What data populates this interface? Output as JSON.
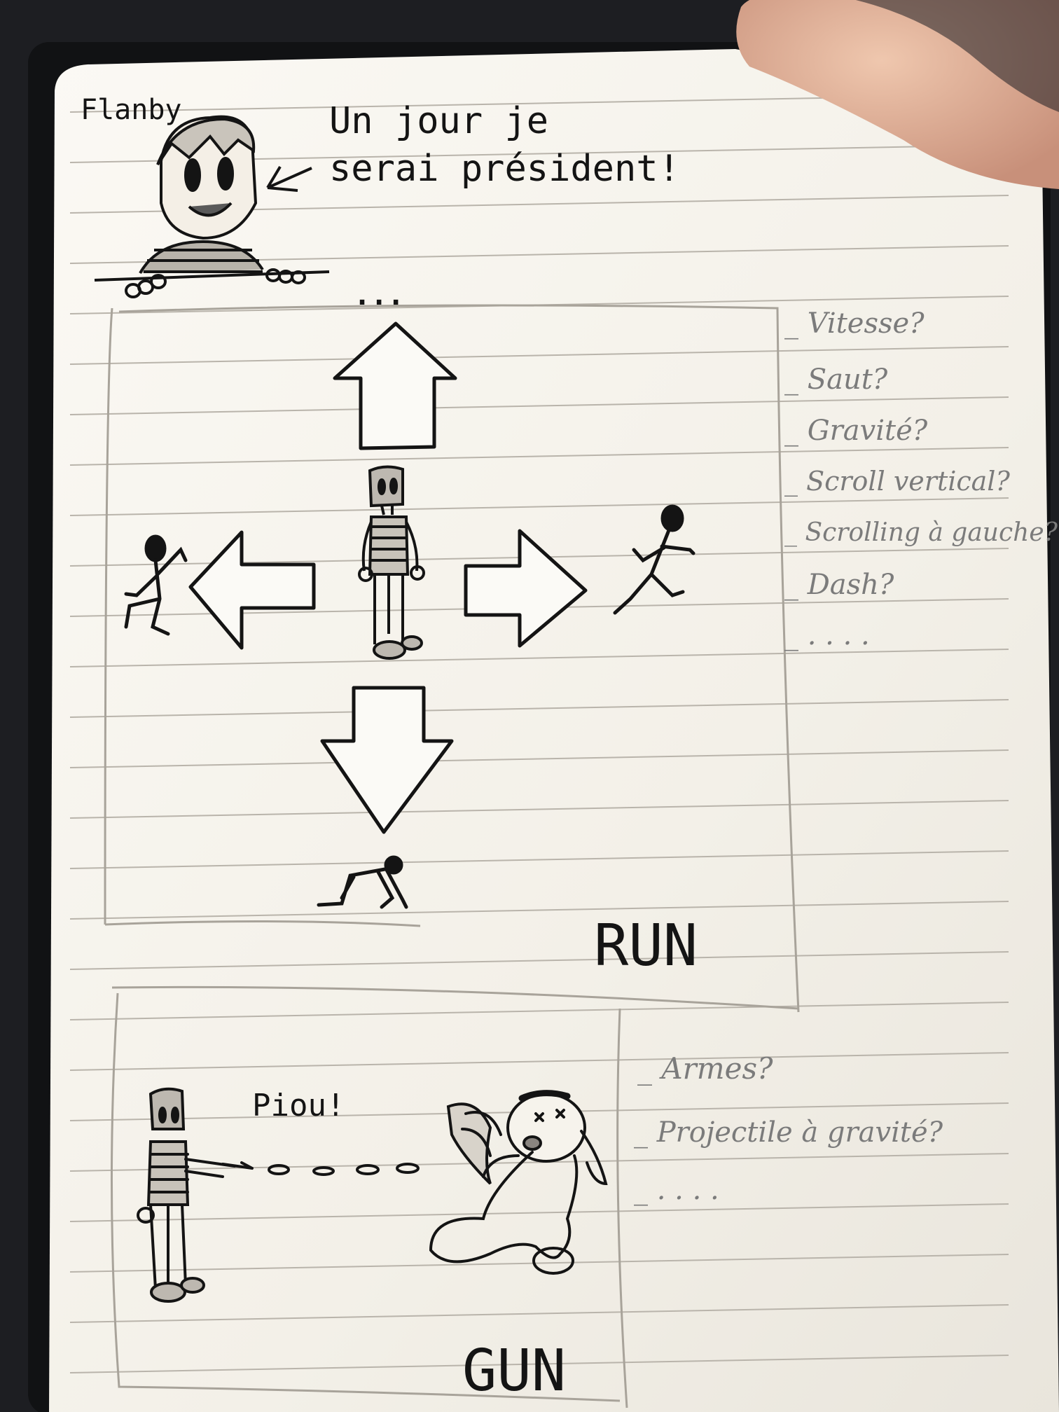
{
  "top": {
    "character_name": "Flanby",
    "speech_line1": "Un jour je",
    "speech_line2": "serai président!",
    "ellipsis": "..."
  },
  "run_panel": {
    "title": "RUN",
    "notes": [
      "_ Vitesse?",
      "_ Saut?",
      "_ Gravité?",
      "_ Scroll vertical?",
      "_ Scrolling à gauche?",
      "_ Dash?",
      "_ . . . ."
    ]
  },
  "gun_panel": {
    "title": "GUN",
    "sound": "Piou!",
    "notes": [
      "_ Armes?",
      "_ Projectile à gravité?",
      "_ . . . ."
    ]
  },
  "colors": {
    "paper": "#f6f3ec",
    "ink": "#141414",
    "pencil": "#7b7b7b",
    "rule": "#b9b4ab",
    "background": "#1d1e22",
    "skin": "#e2b59d"
  }
}
